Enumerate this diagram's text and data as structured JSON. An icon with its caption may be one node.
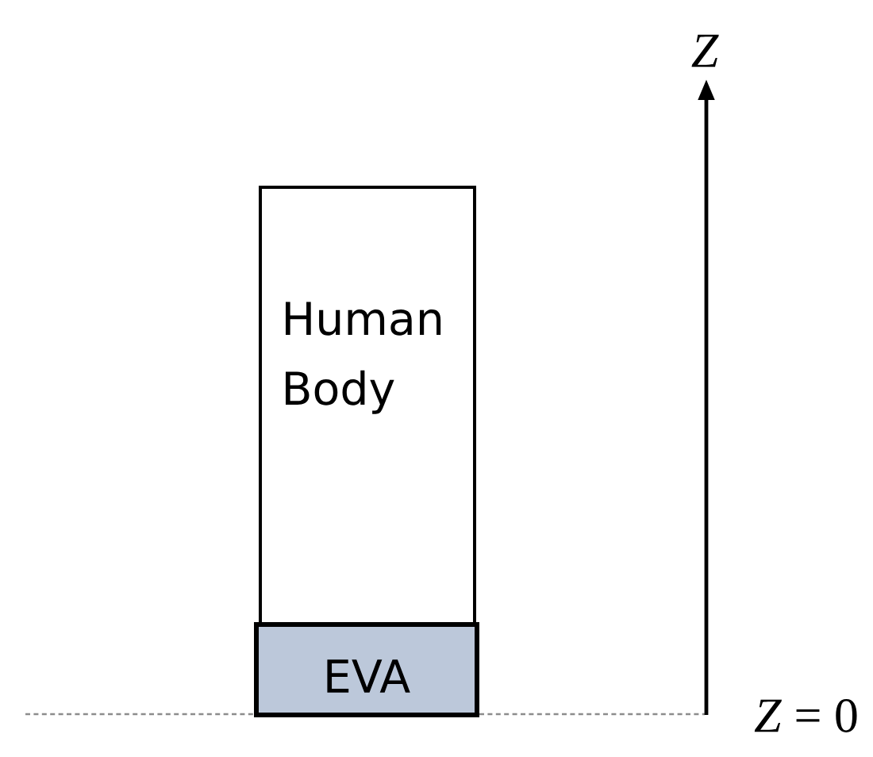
{
  "diagram": {
    "nodes": [
      {
        "text": [
          "Human Body"
        ]
      },
      {
        "text": [
          "EVA"
        ]
      }
    ],
    "labels": [
      "Z",
      "*Z* = 0"
    ]
  }
}
